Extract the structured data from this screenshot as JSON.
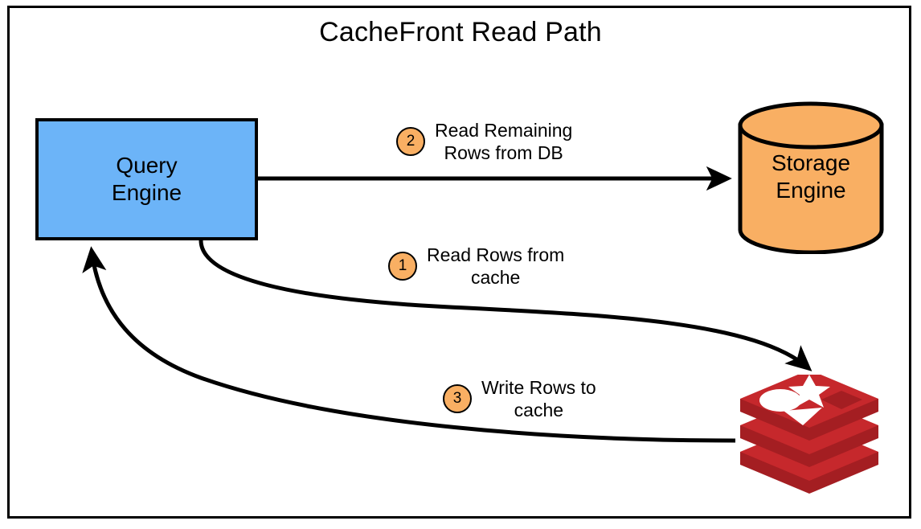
{
  "diagram": {
    "title": "CacheFront Read Path",
    "type": "architecture-flow",
    "border_color": "#000000",
    "background": "#ffffff"
  },
  "nodes": [
    {
      "id": "query-engine",
      "label": "Query\nEngine",
      "shape": "rectangle",
      "fill": "#6CB4F8",
      "stroke": "#000000"
    },
    {
      "id": "storage-engine",
      "label": "Storage\nEngine",
      "shape": "cylinder",
      "fill": "#F9AF63",
      "stroke": "#000000"
    },
    {
      "id": "redis-cache",
      "label": "redis-logo",
      "shape": "logo",
      "fill": "#C6282C",
      "fill_dark": "#A41E22",
      "stroke": "#FFFFFF"
    }
  ],
  "steps": [
    {
      "number": "1",
      "text": "Read Rows from\ncache",
      "from": "query-engine",
      "to": "redis-cache",
      "badge_fill": "#F9AF63"
    },
    {
      "number": "2",
      "text": "Read Remaining\nRows from DB",
      "from": "query-engine",
      "to": "storage-engine",
      "badge_fill": "#F9AF63"
    },
    {
      "number": "3",
      "text": "Write Rows to\ncache",
      "from": "redis-cache",
      "to": "query-engine",
      "badge_fill": "#F9AF63"
    }
  ]
}
